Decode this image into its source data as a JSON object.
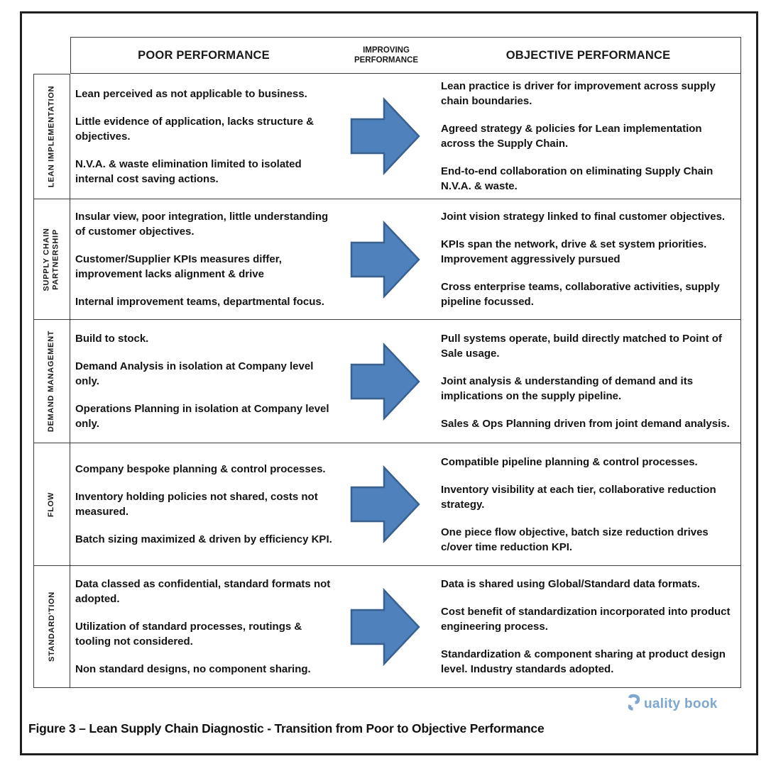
{
  "header": {
    "poor": "POOR PERFORMANCE",
    "improving": "IMPROVING\nPERFORMANCE",
    "objective": "OBJECTIVE PERFORMANCE"
  },
  "rows": [
    {
      "label": "LEAN IMPLEMENTATION",
      "poor": [
        "Lean perceived as not applicable to business.",
        "Little evidence of application, lacks structure & objectives.",
        "N.V.A. & waste elimination limited to isolated internal cost saving actions."
      ],
      "objective": [
        "Lean practice is driver for improvement across supply chain boundaries.",
        "Agreed strategy & policies for Lean implementation across the Supply Chain.",
        "End-to-end collaboration on eliminating Supply Chain N.V.A. & waste."
      ]
    },
    {
      "label": "SUPPLY CHAIN\nPARTNERSHIP",
      "poor": [
        "Insular view, poor integration, little understanding of customer objectives.",
        "Customer/Supplier KPIs measures differ, improvement lacks alignment & drive",
        "Internal improvement teams, departmental focus."
      ],
      "objective": [
        "Joint vision strategy linked to final customer objectives.",
        "KPIs span the network, drive & set system priorities. Improvement aggressively pursued",
        "Cross enterprise teams, collaborative activities, supply pipeline focussed."
      ]
    },
    {
      "label": "DEMAND MANAGEMENT",
      "poor": [
        "Build to stock.",
        "Demand Analysis in isolation at Company level only.",
        "Operations Planning in isolation at Company level only."
      ],
      "objective": [
        "Pull systems operate, build directly matched to Point of Sale usage.",
        "Joint analysis & understanding of demand and its implications on the supply pipeline.",
        "Sales & Ops Planning driven from joint demand analysis."
      ]
    },
    {
      "label": "FLOW",
      "poor": [
        "Company bespoke planning & control processes.",
        "Inventory holding policies not shared, costs not measured.",
        "Batch sizing maximized & driven by efficiency KPI."
      ],
      "objective": [
        "Compatible pipeline planning & control processes.",
        "Inventory visibility at each tier, collaborative reduction strategy.",
        "One piece flow objective, batch size reduction drives c/over time reduction KPI."
      ]
    },
    {
      "label": "STANDARD'TION",
      "poor": [
        "Data classed as confidential, standard formats not adopted.",
        "Utilization of standard processes, routings & tooling not considered.",
        "Non standard designs, no component sharing."
      ],
      "objective": [
        "Data is shared using Global/Standard data formats.",
        "Cost benefit of standardization incorporated into product engineering process.",
        "Standardization & component sharing at product design level. Industry standards adopted."
      ]
    }
  ],
  "arrow": {
    "fill": "#4f81bd",
    "stroke": "#38618e"
  },
  "logo": {
    "text": "uality book",
    "color": "#7da7cf"
  },
  "caption": "Figure 3 – Lean Supply Chain Diagnostic - Transition from Poor to Objective Performance"
}
